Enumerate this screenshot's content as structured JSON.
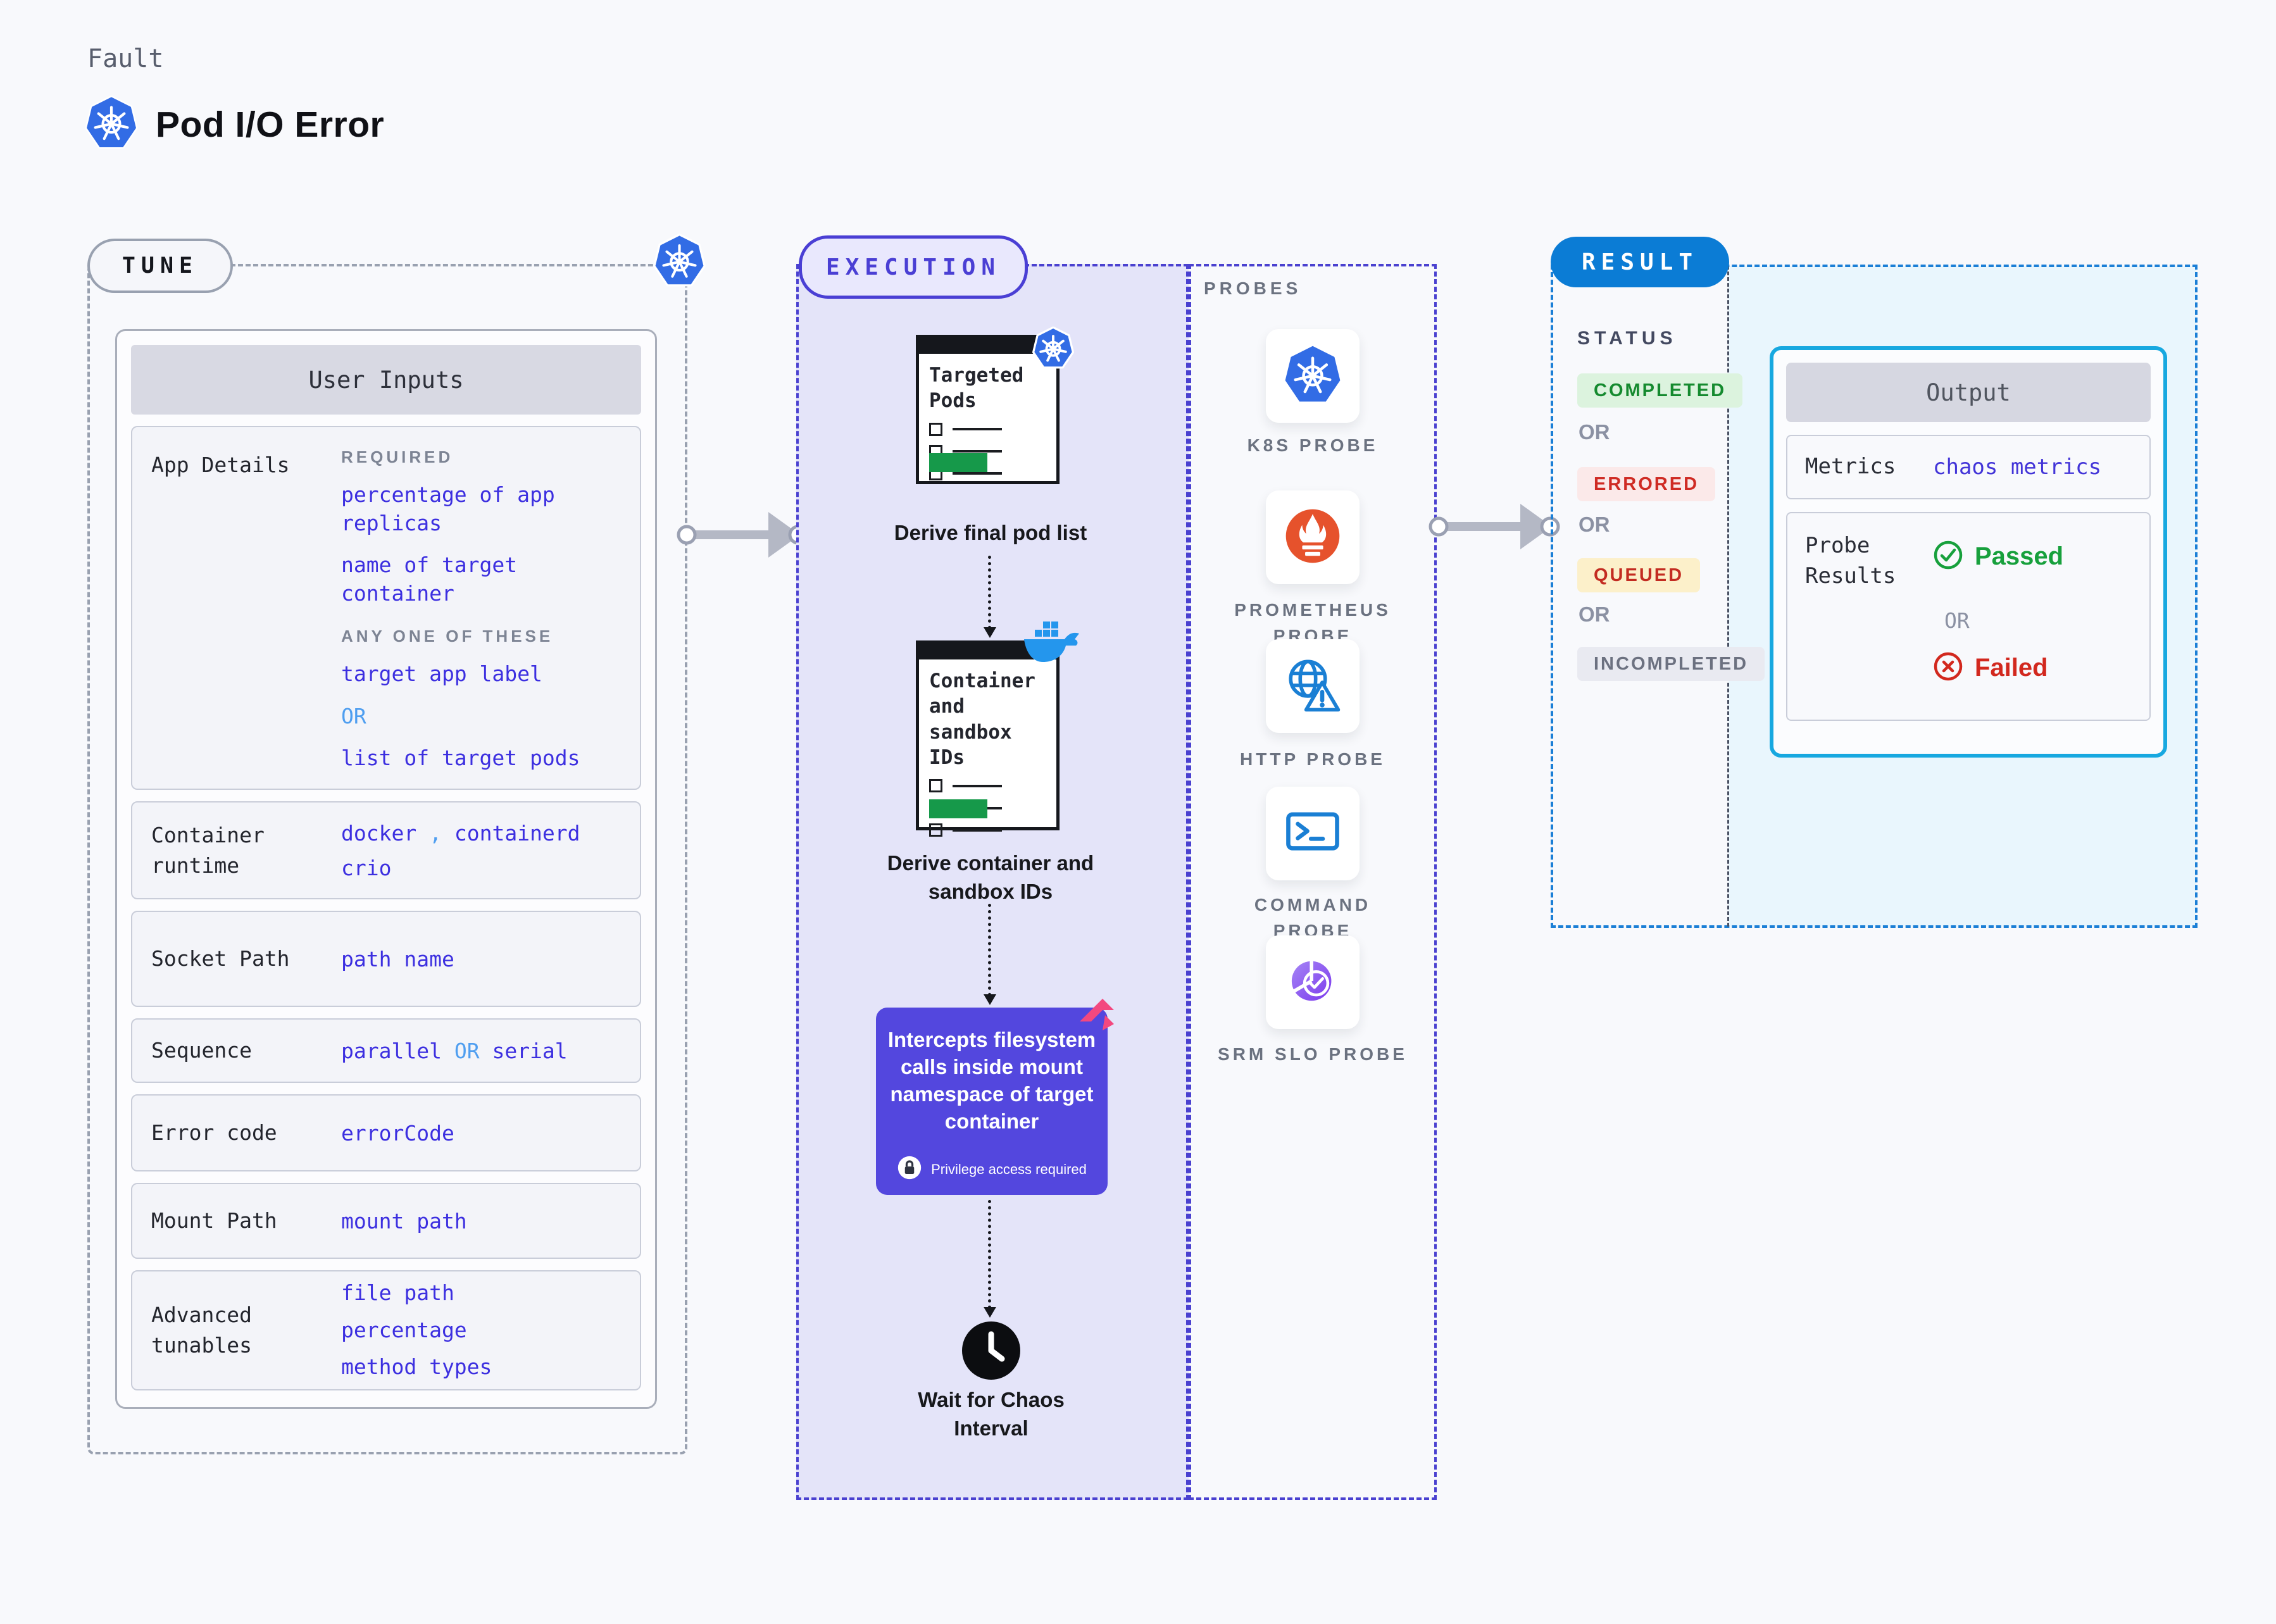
{
  "header": {
    "eyebrow": "Fault",
    "title": "Pod I/O Error"
  },
  "tune": {
    "badge": "TUNE",
    "table_title": "User Inputs",
    "app_details": {
      "label": "App Details",
      "required_label": "REQUIRED",
      "required_values": [
        "percentage of app replicas",
        "name of target container"
      ],
      "any_label": "ANY ONE OF THESE",
      "any_values": [
        "target app label",
        "OR",
        "list of target pods"
      ]
    },
    "rows": [
      {
        "label": "Container runtime",
        "parts": [
          "docker",
          ",",
          "containerd"
        ],
        "line2": "crio"
      },
      {
        "label": "Socket Path",
        "value": "path name"
      },
      {
        "label": "Sequence",
        "parts": [
          "parallel",
          "OR",
          "serial"
        ]
      },
      {
        "label": "Error code",
        "value": "errorCode"
      },
      {
        "label": "Mount Path",
        "value": "mount path"
      },
      {
        "label": "Advanced tunables",
        "values": [
          "file path",
          "percentage",
          "method types"
        ]
      }
    ]
  },
  "execution": {
    "badge": "EXECUTION",
    "steps": [
      {
        "card_title": "Targeted Pods",
        "caption": "Derive final pod list",
        "icon": "kubernetes-icon"
      },
      {
        "card_title": "Container and sandbox IDs",
        "caption": "Derive container and sandbox IDs",
        "icon": "docker-icon"
      },
      {
        "text": "Intercepts filesystem calls inside mount namespace of target container",
        "note": "Privilege access required",
        "icon": "litmus-chaos-icon"
      },
      {
        "caption": "Wait for Chaos Interval",
        "icon": "clock-icon"
      }
    ]
  },
  "probes": {
    "label": "PROBES",
    "items": [
      {
        "name": "K8S PROBE",
        "icon": "kubernetes-icon"
      },
      {
        "name": "PROMETHEUS PROBE",
        "icon": "prometheus-icon"
      },
      {
        "name": "HTTP PROBE",
        "icon": "http-globe-warning-icon"
      },
      {
        "name": "COMMAND PROBE",
        "icon": "terminal-icon"
      },
      {
        "name": "SRM SLO PROBE",
        "icon": "slo-pie-check-icon"
      }
    ]
  },
  "result": {
    "badge": "RESULT",
    "status_label": "STATUS",
    "statuses": [
      {
        "label": "COMPLETED",
        "fg": "#158a2f",
        "bg": "#dcf3de"
      },
      {
        "label": "OR"
      },
      {
        "label": "ERRORED",
        "fg": "#cf2b24",
        "bg": "#fbe9e9"
      },
      {
        "label": "OR"
      },
      {
        "label": "QUEUED",
        "fg": "#c32c21",
        "bg": "#fcf0ca"
      },
      {
        "label": "OR"
      },
      {
        "label": "INCOMPLETED",
        "fg": "#6c7180",
        "bg": "#e9eaf1"
      }
    ],
    "output": {
      "title": "Output",
      "metrics_label": "Metrics",
      "metrics_value": "chaos metrics",
      "probe_results_label": "Probe Results",
      "passed": "Passed",
      "or": "OR",
      "failed": "Failed"
    }
  },
  "colors": {
    "page_bg": "#f8f9fc",
    "value_indigo": "#3c2fe0",
    "or_light_blue": "#4f9ef0",
    "execution_bg": "#e4e4f9",
    "execution_border": "#4a41d0",
    "purple_step_box": "#5347de",
    "kubernetes_blue": "#326ce5",
    "docker_blue": "#2496ed",
    "prometheus_orange": "#e6522c",
    "probe_icon_blue": "#1a7fd4",
    "srm_purple": "#8b5cf6",
    "result_badge_blue": "#0b7cd5",
    "result_border_blue": "#1b7fd6",
    "result_panel_bg": "#e9f6fd",
    "output_border_cyan": "#17a8e0",
    "passed_green": "#17a03c",
    "failed_red": "#d2281e",
    "green_bar": "#16994a",
    "litmus_pink": "#f3487f",
    "arrow_gray": "#b4b8c5"
  }
}
